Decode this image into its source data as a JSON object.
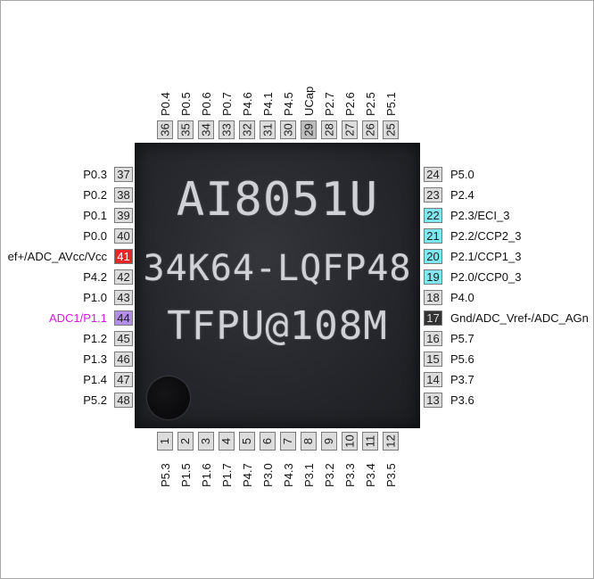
{
  "chip": {
    "marking_line1": "AI8051U",
    "marking_line2": "34K64-LQFP48",
    "marking_line3": "TFPU@108M"
  },
  "colors": {
    "pin_default_bg": "#dcdcdc",
    "pin_vcc_bg": "#e8262a",
    "pin_adc_bg": "#b38ee8",
    "pin_ccp_bg": "#7ee7f2",
    "pin_gnd_bg": "#333333",
    "label_adc": "#d11bd6"
  },
  "pins_top": [
    {
      "num": "36",
      "label": "P0.4"
    },
    {
      "num": "35",
      "label": "P0.5"
    },
    {
      "num": "34",
      "label": "P0.6"
    },
    {
      "num": "33",
      "label": "P0.7"
    },
    {
      "num": "32",
      "label": "P4.6"
    },
    {
      "num": "31",
      "label": "P4.1"
    },
    {
      "num": "30",
      "label": "P4.5"
    },
    {
      "num": "29",
      "label": "UCap"
    },
    {
      "num": "28",
      "label": "P2.7"
    },
    {
      "num": "27",
      "label": "P2.6"
    },
    {
      "num": "26",
      "label": "P2.5"
    },
    {
      "num": "25",
      "label": "P5.1"
    }
  ],
  "pins_bottom": [
    {
      "num": "1",
      "label": "P5.3"
    },
    {
      "num": "2",
      "label": "P1.5"
    },
    {
      "num": "3",
      "label": "P1.6"
    },
    {
      "num": "4",
      "label": "P1.7"
    },
    {
      "num": "5",
      "label": "P4.7"
    },
    {
      "num": "6",
      "label": "P3.0"
    },
    {
      "num": "7",
      "label": "P4.3"
    },
    {
      "num": "8",
      "label": "P3.1"
    },
    {
      "num": "9",
      "label": "P3.2"
    },
    {
      "num": "10",
      "label": "P3.3"
    },
    {
      "num": "11",
      "label": "P3.4"
    },
    {
      "num": "12",
      "label": "P3.5"
    }
  ],
  "pins_left": [
    {
      "num": "37",
      "label": "P0.3",
      "kind": "default"
    },
    {
      "num": "38",
      "label": "P0.2",
      "kind": "default"
    },
    {
      "num": "39",
      "label": "P0.1",
      "kind": "default"
    },
    {
      "num": "40",
      "label": "P0.0",
      "kind": "default"
    },
    {
      "num": "41",
      "label": "ef+/ADC_AVcc/Vcc",
      "kind": "vcc"
    },
    {
      "num": "42",
      "label": "P4.2",
      "kind": "default"
    },
    {
      "num": "43",
      "label": "P1.0",
      "kind": "default"
    },
    {
      "num": "44",
      "label": "ADC1/P1.1",
      "kind": "adc"
    },
    {
      "num": "45",
      "label": "P1.2",
      "kind": "default"
    },
    {
      "num": "46",
      "label": "P1.3",
      "kind": "default"
    },
    {
      "num": "47",
      "label": "P1.4",
      "kind": "default"
    },
    {
      "num": "48",
      "label": "P5.2",
      "kind": "default"
    }
  ],
  "pins_right": [
    {
      "num": "24",
      "label": "P5.0",
      "kind": "default"
    },
    {
      "num": "23",
      "label": "P2.4",
      "kind": "default"
    },
    {
      "num": "22",
      "label": "P2.3/ECI_3",
      "kind": "ccp"
    },
    {
      "num": "21",
      "label": "P2.2/CCP2_3",
      "kind": "ccp"
    },
    {
      "num": "20",
      "label": "P2.1/CCP1_3",
      "kind": "ccp"
    },
    {
      "num": "19",
      "label": "P2.0/CCP0_3",
      "kind": "ccp"
    },
    {
      "num": "18",
      "label": "P4.0",
      "kind": "default"
    },
    {
      "num": "17",
      "label": "Gnd/ADC_Vref-/ADC_AGn",
      "kind": "gnd"
    },
    {
      "num": "16",
      "label": "P5.7",
      "kind": "default"
    },
    {
      "num": "15",
      "label": "P5.6",
      "kind": "default"
    },
    {
      "num": "14",
      "label": "P3.7",
      "kind": "default"
    },
    {
      "num": "13",
      "label": "P3.6",
      "kind": "default"
    }
  ]
}
